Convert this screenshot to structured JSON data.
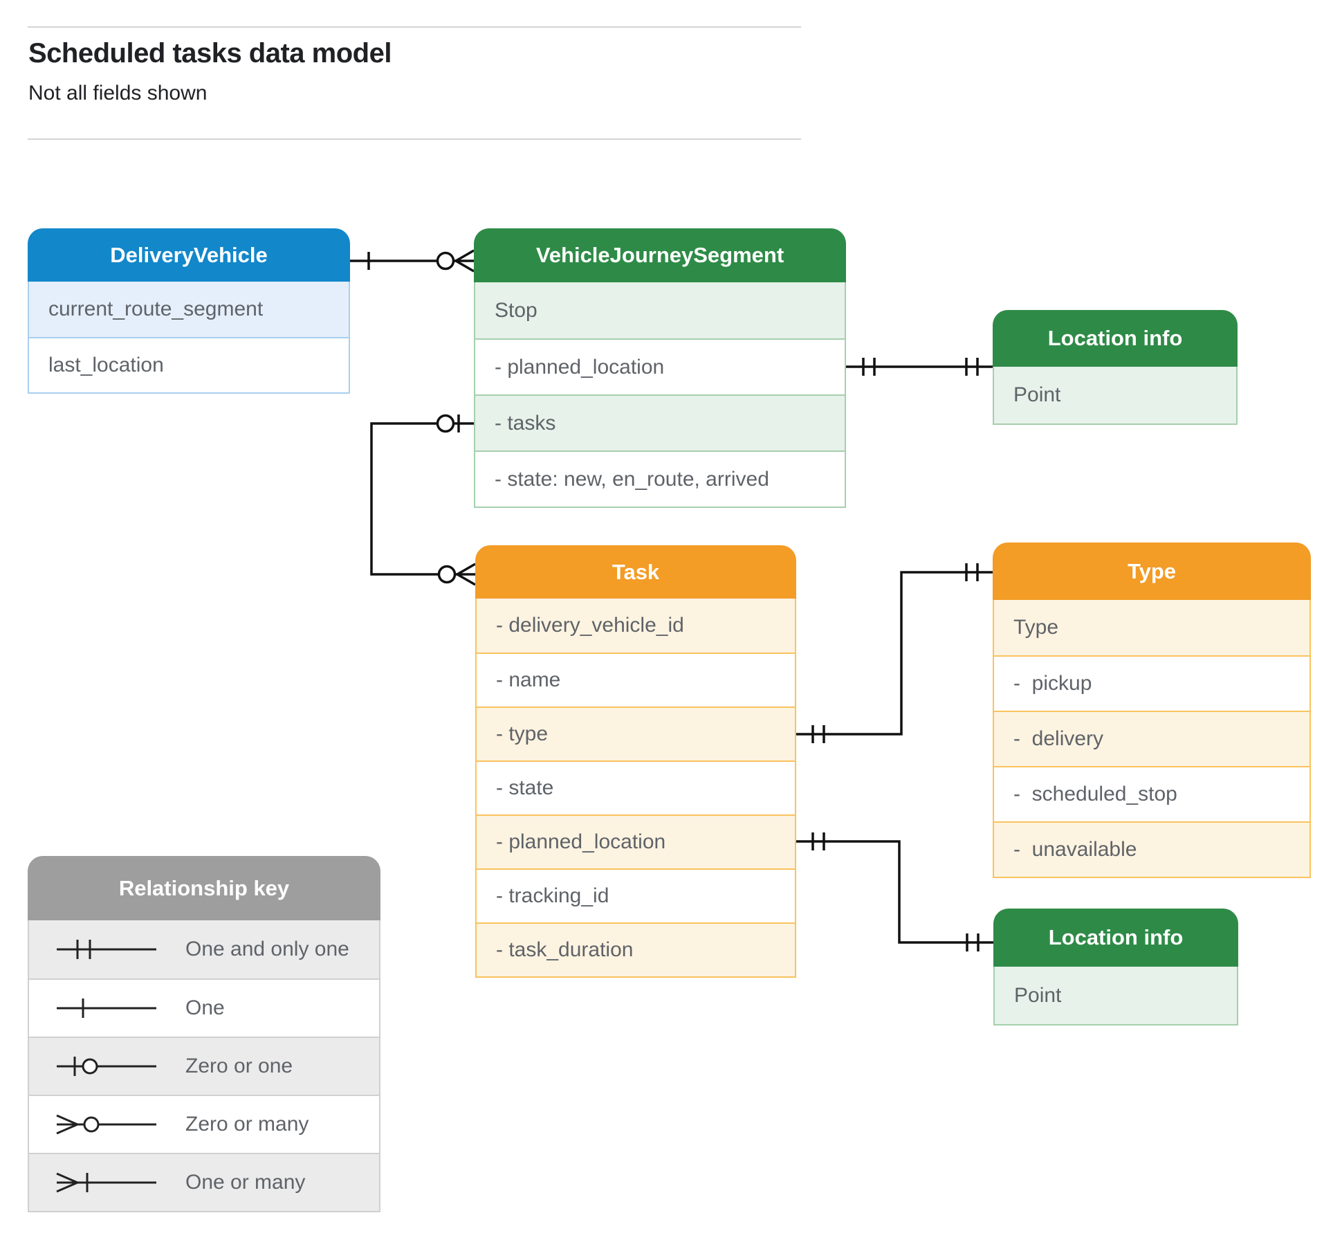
{
  "header": {
    "title": "Scheduled tasks data model",
    "subtitle": "Not all fields shown"
  },
  "palette": {
    "blue_header": "#1287ca",
    "blue_row": "#e4effb",
    "blue_border": "#a9cfef",
    "green_header": "#2e8b47",
    "green_row": "#e7f2ea",
    "green_border": "#a5cfad",
    "orange_header": "#f39c26",
    "orange_row": "#fdf3e1",
    "orange_border": "#f9c35d",
    "gray_header": "#9e9e9e",
    "gray_row": "#ebebeb",
    "gray_border": "#d0d0d0",
    "line": "#111111",
    "row_text": "#5f6368",
    "title_text": "#202124"
  },
  "entities": [
    {
      "id": "delivery-vehicle",
      "title": "DeliveryVehicle",
      "color": "blue",
      "rows": [
        "current_route_segment",
        "last_location"
      ]
    },
    {
      "id": "vehicle-journey-segment",
      "title": "VehicleJourneySegment",
      "color": "green",
      "rows": [
        "Stop",
        "- planned_location",
        "- tasks",
        "- state: new, en_route, arrived"
      ]
    },
    {
      "id": "location-info-top",
      "title": "Location info",
      "color": "green",
      "rows": [
        "Point"
      ]
    },
    {
      "id": "task",
      "title": "Task",
      "color": "orange",
      "rows": [
        "- delivery_vehicle_id",
        "- name",
        "- type",
        "- state",
        "- planned_location",
        "- tracking_id",
        "- task_duration"
      ]
    },
    {
      "id": "type",
      "title": "Type",
      "color": "orange",
      "rows": [
        "Type",
        "-  pickup",
        "-  delivery",
        "-  scheduled_stop",
        "-  unavailable"
      ]
    },
    {
      "id": "location-info-bottom",
      "title": "Location info",
      "color": "green",
      "rows": [
        "Point"
      ]
    }
  ],
  "relationships": [
    {
      "from": "DeliveryVehicle",
      "to": "VehicleJourneySegment",
      "from_cardinality": "one",
      "to_cardinality": "zero-or-many"
    },
    {
      "from": "VehicleJourneySegment.tasks",
      "to": "Task",
      "from_cardinality": "zero-or-one",
      "to_cardinality": "zero-or-many"
    },
    {
      "from": "VehicleJourneySegment.planned_location",
      "to": "Location info (top)",
      "from_cardinality": "one-and-only-one",
      "to_cardinality": "one-and-only-one"
    },
    {
      "from": "Task.type",
      "to": "Type",
      "from_cardinality": "one-and-only-one",
      "to_cardinality": "one-and-only-one"
    },
    {
      "from": "Task.planned_location",
      "to": "Location info (bottom)",
      "from_cardinality": "one-and-only-one",
      "to_cardinality": "one-and-only-one"
    }
  ],
  "legend": {
    "title": "Relationship key",
    "items": [
      {
        "symbol": "one-and-only-one",
        "label": "One and only one"
      },
      {
        "symbol": "one",
        "label": "One"
      },
      {
        "symbol": "zero-or-one",
        "label": "Zero or one"
      },
      {
        "symbol": "zero-or-many",
        "label": "Zero or many"
      },
      {
        "symbol": "one-or-many",
        "label": "One or many"
      }
    ]
  }
}
